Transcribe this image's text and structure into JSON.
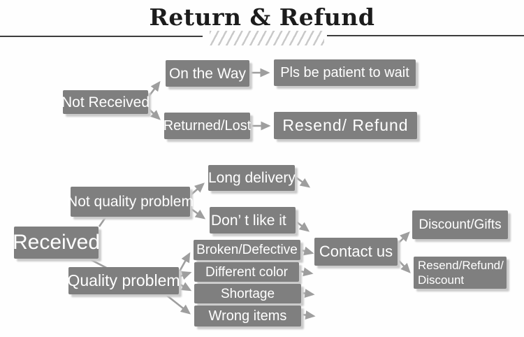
{
  "title": "Return & Refund",
  "colors": {
    "node_bg": "#7f7f7f",
    "node_text": "#ffffff",
    "connector": "#9e9e9e",
    "title_text": "#1c1c1c"
  },
  "flow": {
    "not_received": {
      "label": "Not Received"
    },
    "on_the_way": {
      "label": "On the Way"
    },
    "pls_wait": {
      "label": "Pls be patient to wait"
    },
    "returned_lost": {
      "label": "Returned/Lost"
    },
    "resend_refund": {
      "label": "Resend/ Refund"
    },
    "received": {
      "label": "Received"
    },
    "not_quality_problem": {
      "label": "Not quality problem"
    },
    "quality_problem": {
      "label": "Quality problem"
    },
    "long_delivery": {
      "label": "Long delivery"
    },
    "dont_like_it": {
      "label": "Don’ t like it"
    },
    "broken_defective": {
      "label": "Broken/Defective"
    },
    "different_color": {
      "label": "Different color"
    },
    "shortage": {
      "label": "Shortage"
    },
    "wrong_items": {
      "label": "Wrong items"
    },
    "contact_us": {
      "label": "Contact us"
    },
    "discount_gifts": {
      "label": "Discount/Gifts"
    },
    "resend_refund_discount": {
      "line1": "Resend/Refund/",
      "line2": "Discount"
    }
  }
}
